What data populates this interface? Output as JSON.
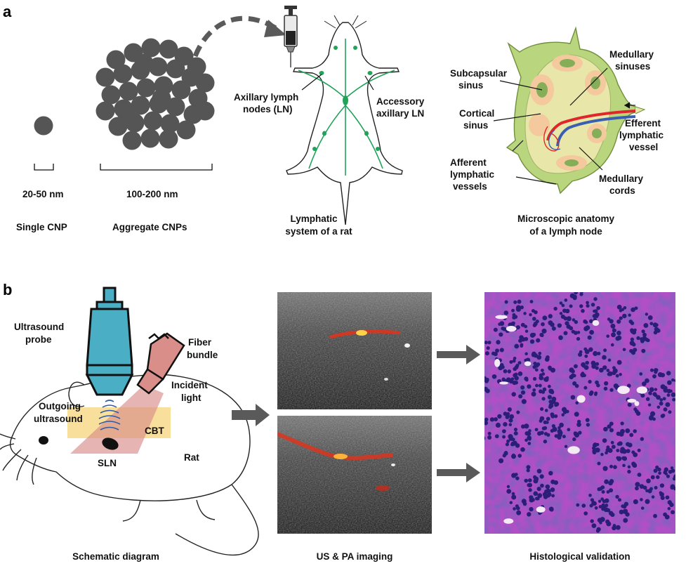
{
  "panel_a": {
    "letter": "a",
    "single_size": "20-50 nm",
    "aggregate_size": "100-200 nm",
    "single_caption": "Single CNP",
    "aggregate_caption": "Aggregate CNPs",
    "rat_caption_1": "Lymphatic",
    "rat_caption_2": "system of a rat",
    "axillary_1": "Axillary lymph",
    "axillary_2": "nodes (LN)",
    "accessory_1": "Accessory",
    "accessory_2": "axillary LN",
    "node_caption_1": "Microscopic anatomy",
    "node_caption_2": "of a lymph node",
    "subcapsular_1": "Subcapsular",
    "subcapsular_2": "sinus",
    "medullary_sinuses_1": "Medullary",
    "medullary_sinuses_2": "sinuses",
    "cortical_1": "Cortical",
    "cortical_2": "sinus",
    "efferent_1": "Efferent",
    "efferent_2": "lymphatic",
    "efferent_3": "vessel",
    "afferent_1": "Afferent",
    "afferent_2": "lymphatic",
    "afferent_3": "vessels",
    "medullary_cords_1": "Medullary",
    "medullary_cords_2": "cords"
  },
  "panel_b": {
    "letter": "b",
    "probe_1": "Ultrasound",
    "probe_2": "probe",
    "fiber_1": "Fiber",
    "fiber_2": "bundle",
    "incident_1": "Incident",
    "incident_2": "light",
    "outgoing_1": "Outgoing",
    "outgoing_2": "ultrasound",
    "cbt": "CBT",
    "sln": "SLN",
    "rat": "Rat",
    "schematic_caption": "Schematic diagram",
    "imaging_caption": "US & PA imaging",
    "histology_caption": "Histological validation"
  },
  "colors": {
    "particle": "#555555",
    "arrow": "#5a5a5a",
    "probe": "#4aaec4",
    "fiber": "#d98e8a",
    "cbt": "#f7d98a",
    "capsule": "#b9d57e",
    "cortex": "#f4c99d",
    "follicle": "#86ad57",
    "lymph_green": "#21a35a",
    "artery": "#e0262a",
    "vein": "#3a5fb0",
    "histo_bg": "#b04fc6",
    "histo_nuclei": "#2e237f"
  }
}
